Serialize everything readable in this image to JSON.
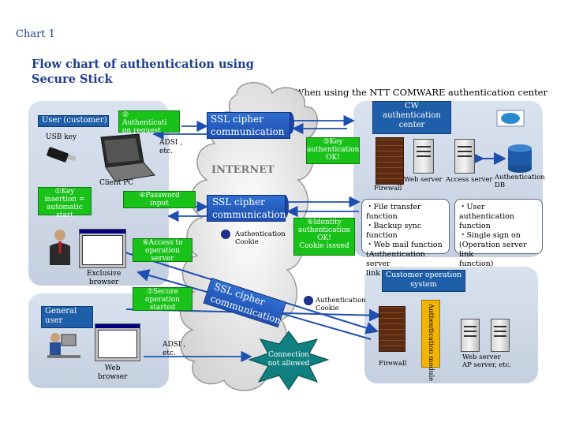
{
  "chart_label": "Chart 1",
  "title_line1": "Flow chart of authentication using",
  "title_line2": "Secure Stick",
  "note": "＊When using the NTT COMWARE authentication center",
  "cloud_label": "INTERNET",
  "user_panel": {
    "title": "User (customer)",
    "usb_key": "USB key",
    "client_pc": "Client PC",
    "exclusive_browser_l1": "Exclusive",
    "exclusive_browser_l2": "browser"
  },
  "general_panel": {
    "title_l1": "General",
    "title_l2": "user",
    "web_browser_l1": "Web",
    "web_browser_l2": "browser"
  },
  "steps": {
    "s1_l1": "①Key",
    "s1_l2": "insertion =",
    "s1_l3": "automatic",
    "s1_l4": "start",
    "s2_l1": "②",
    "s2_l2": "Authenticati",
    "s2_l3": "on request",
    "s3_l1": "③Key",
    "s3_l2": "authentication",
    "s3_l3": "OK!",
    "s4_l1": "④Password",
    "s4_l2": "input",
    "s5_l1": "⑤Identity",
    "s5_l2": "authentication",
    "s5_l3": "OK!",
    "s5_l4": "Cookie issued",
    "s6_l1": "⑥Access to",
    "s6_l2": "operation",
    "s6_l3": "server",
    "s7_l1": "⑦Secure",
    "s7_l2": "operation",
    "s7_l3": "started"
  },
  "ssl": {
    "top_l1": "SSL cipher",
    "top_l2": "communication",
    "mid_l1": "SSL cipher",
    "mid_l2": "communication",
    "bot_l1": "SSL cipher",
    "bot_l2": "communication"
  },
  "adsi_top_l1": "ADSI ,",
  "adsi_top_l2": "etc.",
  "adsi_bot_l1": "ADSI ,",
  "adsi_bot_l2": "etc.",
  "cookie1_l1": "Authentication",
  "cookie1_l2": "Cookie",
  "cookie2_l1": "Authentication",
  "cookie2_l2": "Cookie",
  "starburst_l1": "Connection",
  "starburst_l2": "not allowed",
  "cw_center": {
    "title_l1": "CW",
    "title_l2": "authentication",
    "title_l3": "center",
    "firewall": "Firewall",
    "web_server": "Web server",
    "access_server": "Access server",
    "auth_db_l1": "Authentication",
    "auth_db_l2": "DB",
    "web_functions": [
      "・File transfer function",
      "・Backup sync function",
      "・Web mail function",
      "(Authentication server",
      "link function)"
    ],
    "access_functions": [
      "・User authentication",
      "function",
      "・Single sign on",
      "(Operation server link",
      "function)"
    ]
  },
  "customer_system": {
    "title_l1": "Customer operation",
    "title_l2": "system",
    "firewall": "Firewall",
    "auth_module": "Authentication module",
    "server_l1": "Web server",
    "server_l2": "AP server, etc."
  },
  "colors": {
    "heading_blue": "#1f3e8c",
    "box_blue": "#1f5ea8",
    "step_green": "#19c219",
    "ssl_blue": "#2a64c8",
    "module_yellow": "#f2b400",
    "starburst_teal": "#0f7f7f"
  }
}
